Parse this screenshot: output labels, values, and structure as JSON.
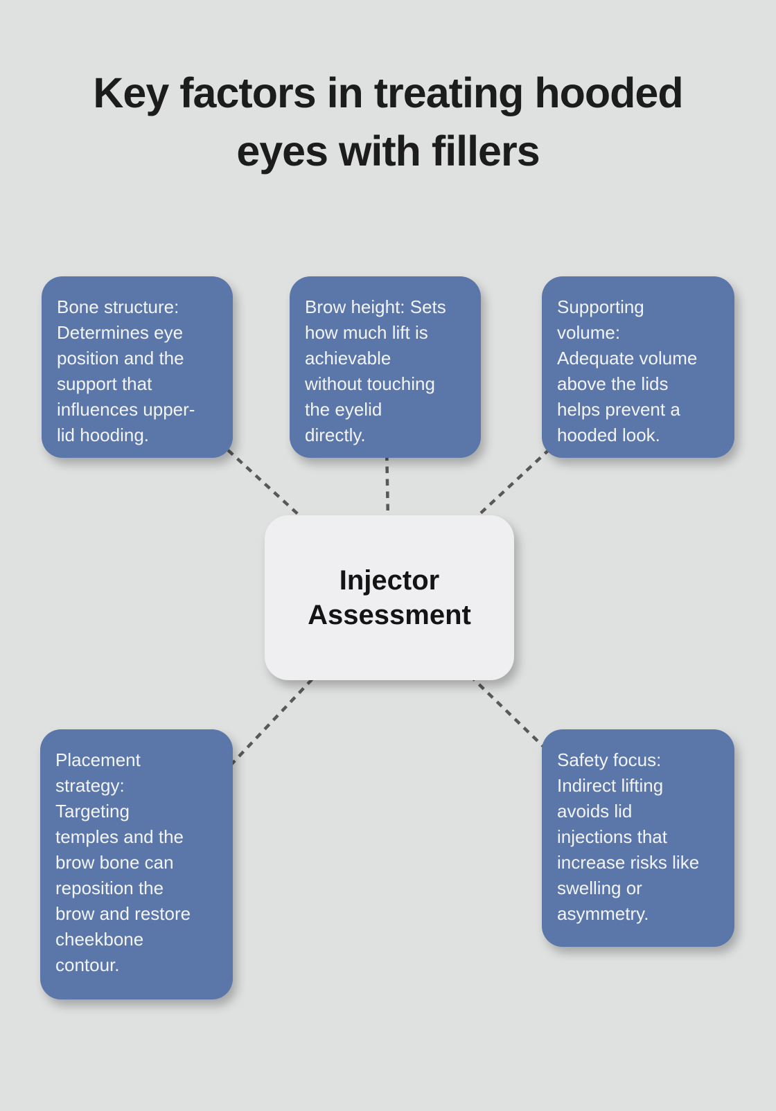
{
  "title_lines": [
    "Key factors in treating hooded",
    "eyes with fillers"
  ],
  "center_node": {
    "label_lines": [
      "Injector",
      "Assessment"
    ]
  },
  "nodes": [
    {
      "id": "bone-structure",
      "text_lines": [
        "Bone structure:",
        "Determines eye",
        "position and the",
        "support that",
        "influences upper-",
        "lid hooding."
      ]
    },
    {
      "id": "brow-height",
      "text_lines": [
        "Brow height: Sets",
        "how much lift is",
        "achievable",
        "without touching",
        "the eyelid",
        "directly."
      ]
    },
    {
      "id": "supporting-volume",
      "text_lines": [
        "Supporting",
        "volume:",
        "Adequate volume",
        "above the lids",
        "helps prevent a",
        "hooded look."
      ]
    },
    {
      "id": "placement-strategy",
      "text_lines": [
        "Placement",
        "strategy:",
        "Targeting",
        "temples and the",
        "brow bone can",
        "reposition the",
        "brow and restore",
        "cheekbone",
        "contour."
      ]
    },
    {
      "id": "safety-focus",
      "text_lines": [
        "Safety focus:",
        "Indirect lifting",
        "avoids lid",
        "injections that",
        "increase risks like",
        "swelling or",
        "asymmetry."
      ]
    }
  ],
  "colors": {
    "background": "#dfe1e0",
    "node_fill": "#5b76a8",
    "node_text": "#f2f4f6",
    "center_fill": "#efeff1",
    "center_text": "#141414",
    "connector": "#585858",
    "title_text": "#1c1c1c"
  }
}
